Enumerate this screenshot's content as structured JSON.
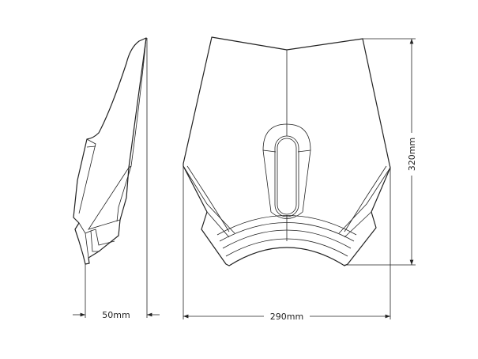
{
  "dimensions": {
    "side_depth": "50mm",
    "front_width": "290mm",
    "front_height": "320mm"
  },
  "colors": {
    "line": "#222222",
    "background": "#ffffff"
  }
}
